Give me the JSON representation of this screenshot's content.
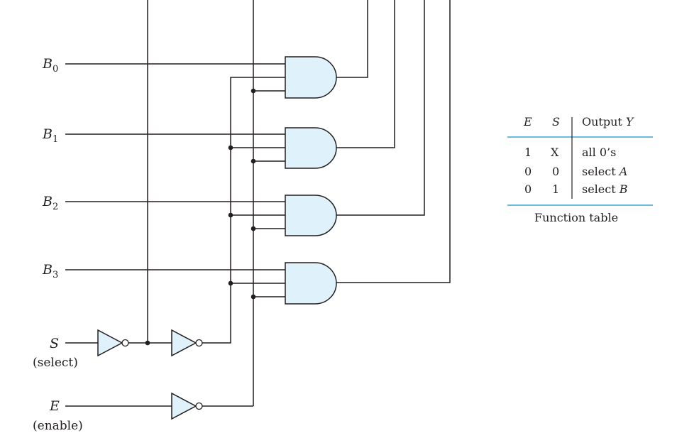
{
  "inputs": {
    "b0": {
      "letter": "B",
      "sub": "0"
    },
    "b1": {
      "letter": "B",
      "sub": "1"
    },
    "b2": {
      "letter": "B",
      "sub": "2"
    },
    "b3": {
      "letter": "B",
      "sub": "3"
    },
    "s": {
      "letter": "S",
      "note": "(select)"
    },
    "e": {
      "letter": "E",
      "note": "(enable)"
    }
  },
  "function_table": {
    "headers": {
      "e": "E",
      "s": "S",
      "output_prefix": "Output ",
      "output_var": "Y"
    },
    "rows": [
      {
        "e": "1",
        "s": "X",
        "out_text": "all 0’s",
        "out_var": ""
      },
      {
        "e": "0",
        "s": "0",
        "out_text": "select ",
        "out_var": "A"
      },
      {
        "e": "0",
        "s": "1",
        "out_text": "select ",
        "out_var": "B"
      }
    ],
    "caption": "Function table"
  },
  "colors": {
    "gate_fill": "#dff1fb",
    "wire": "#231f20",
    "table_rule": "#3ba6d9"
  }
}
